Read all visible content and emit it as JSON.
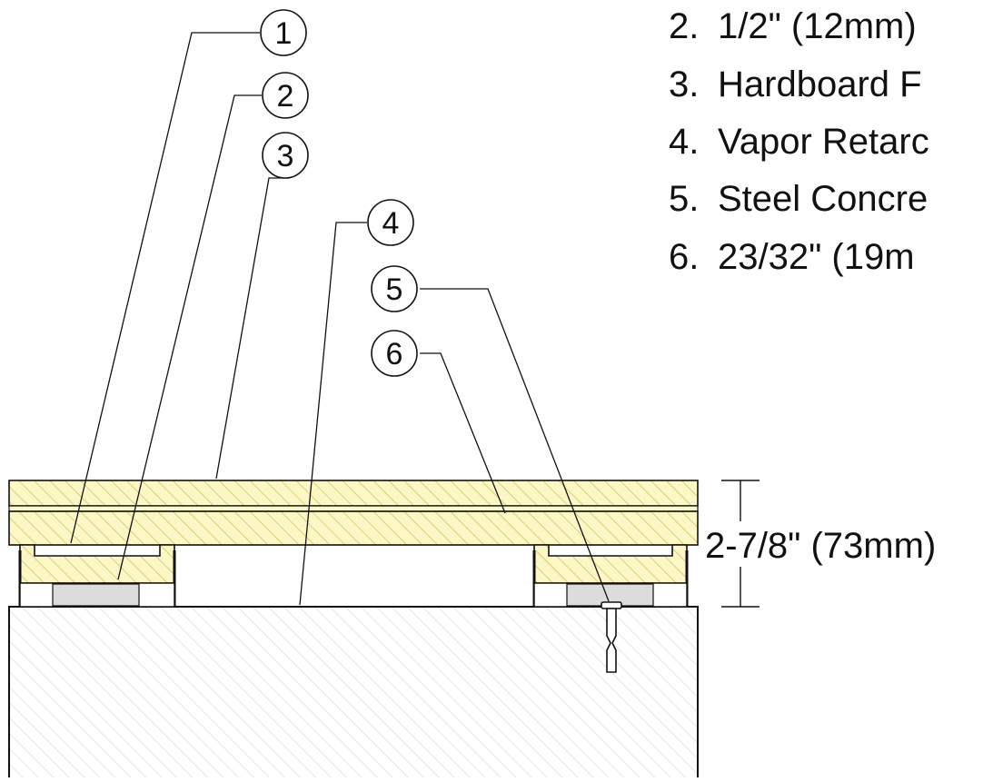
{
  "legend": [
    {
      "number": "2.",
      "text": "1/2\" (12mm)"
    },
    {
      "number": "3.",
      "text": "Hardboard F"
    },
    {
      "number": "4.",
      "text": "Vapor Retarc"
    },
    {
      "number": "5.",
      "text": "Steel Concre"
    },
    {
      "number": "6.",
      "text": "23/32\" (19m"
    }
  ],
  "callouts": [
    "1",
    "2",
    "3",
    "4",
    "5",
    "6"
  ],
  "dimension": {
    "label": "2-7/8\" (73mm)"
  },
  "colors": {
    "layer_fill": "#fdf7c6",
    "layer_hatch": "#c8bf5a",
    "concrete_hatch": "#d6d6d6",
    "stroke": "#111111",
    "pad_fill": "#dcdcdc"
  }
}
